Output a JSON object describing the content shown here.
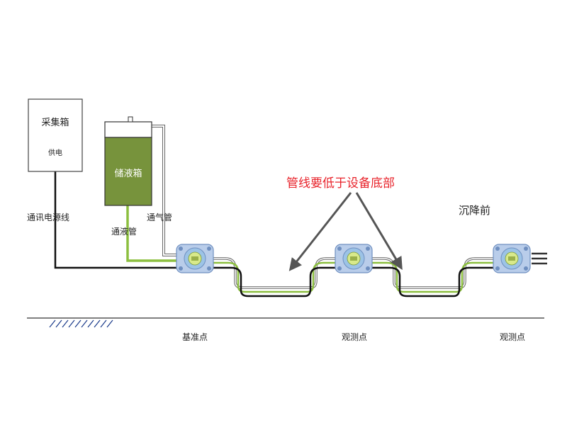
{
  "collector_box": {
    "title": "采集箱",
    "power_label": "供电"
  },
  "tank": {
    "label": "储液箱"
  },
  "pipes": {
    "comm_power_line": "通讯电源线",
    "air_tube": "通气管",
    "liquid_tube": "通液管"
  },
  "annotation": {
    "text": "管线要低于设备底部",
    "color": "#e8222a"
  },
  "state_label": "沉降前",
  "points": [
    {
      "label": "基准点"
    },
    {
      "label": "观测点"
    },
    {
      "label": "观测点"
    }
  ],
  "colors": {
    "tank_fill": "#77933c",
    "liquid_pipe": "#8cbf3f",
    "device_fill": "#b9cdea",
    "device_inner": "#9cc3e6",
    "device_display": "#d8e98a",
    "cable": "#111111"
  },
  "icons": [
    "sensor-device-icon",
    "ground-hatch-icon",
    "arrow-icon"
  ]
}
